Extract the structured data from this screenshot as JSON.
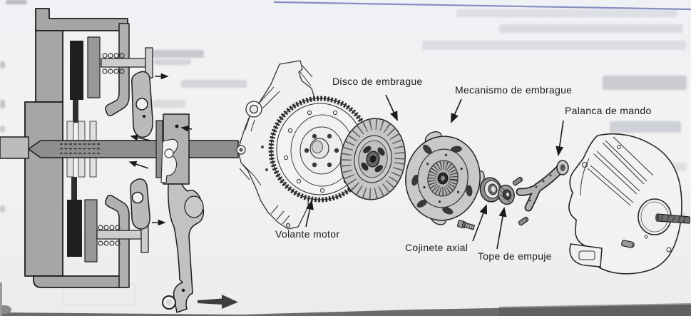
{
  "figure": {
    "labels": {
      "disco": "Disco de embrague",
      "mecanismo": "Mecanismo de embrague",
      "palanca": "Palanca de mando",
      "volante": "Volante motor",
      "cojinete": "Cojinete axial",
      "tope": "Tope de empuje"
    }
  },
  "colors": {
    "header_rule": "#7b83bd",
    "line_work": "#1c1c1c",
    "section_gray": "#a6a6a8",
    "scan_shadow": "#6b6b69"
  }
}
